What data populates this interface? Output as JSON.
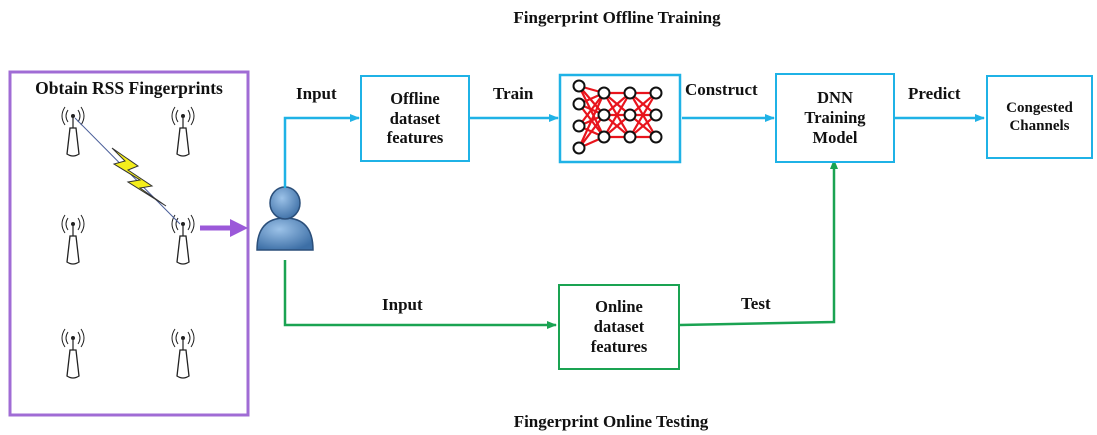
{
  "titles": {
    "top": "Fingerprint Offline Training",
    "bottom": "Fingerprint Online Testing"
  },
  "left_panel": {
    "title": "Obtain RSS Fingerprints",
    "antenna_icon": "cell-tower-icon",
    "lightning_icon": "lightning-bolt-icon"
  },
  "user_icon": "user-icon",
  "edges": {
    "input_top": "Input",
    "train": "Train",
    "construct": "Construct",
    "predict": "Predict",
    "input_bottom": "Input",
    "test": "Test"
  },
  "boxes": {
    "offline": [
      "Offline",
      "dataset",
      "features"
    ],
    "dnn": [
      "DNN",
      "Training",
      "Model"
    ],
    "congested": [
      "Congested",
      "Channels"
    ],
    "online": [
      "Online",
      "dataset",
      "features"
    ]
  },
  "network_icon": "neural-network-icon",
  "colors": {
    "offline_flow": "#1fb2e6",
    "online_flow": "#1aa352",
    "panel_border": "#a06cd5",
    "panel_arrow": "#9b59d9",
    "network_edges": "#e8141c",
    "lightning_fill": "#f4ee1c",
    "user_fill": "#5a8fc6"
  }
}
